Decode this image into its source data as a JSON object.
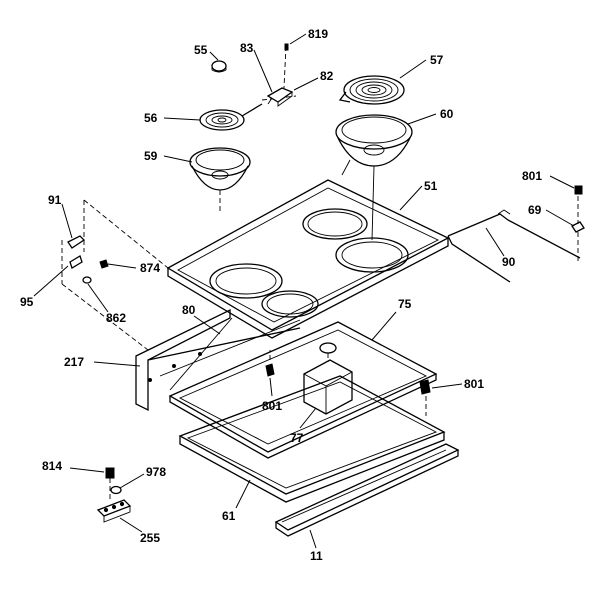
{
  "diagram": {
    "labels": [
      {
        "id": "55",
        "text": "55"
      },
      {
        "id": "83",
        "text": "83"
      },
      {
        "id": "819",
        "text": "819"
      },
      {
        "id": "57",
        "text": "57"
      },
      {
        "id": "82",
        "text": "82"
      },
      {
        "id": "56",
        "text": "56"
      },
      {
        "id": "60",
        "text": "60"
      },
      {
        "id": "59",
        "text": "59"
      },
      {
        "id": "801a",
        "text": "801"
      },
      {
        "id": "51",
        "text": "51"
      },
      {
        "id": "91",
        "text": "91"
      },
      {
        "id": "69",
        "text": "69"
      },
      {
        "id": "90",
        "text": "90"
      },
      {
        "id": "874",
        "text": "874"
      },
      {
        "id": "95",
        "text": "95"
      },
      {
        "id": "862",
        "text": "862"
      },
      {
        "id": "80",
        "text": "80"
      },
      {
        "id": "75",
        "text": "75"
      },
      {
        "id": "217",
        "text": "217"
      },
      {
        "id": "801b",
        "text": "801"
      },
      {
        "id": "801c",
        "text": "801"
      },
      {
        "id": "77",
        "text": "77"
      },
      {
        "id": "814",
        "text": "814"
      },
      {
        "id": "978",
        "text": "978"
      },
      {
        "id": "61",
        "text": "61"
      },
      {
        "id": "255",
        "text": "255"
      },
      {
        "id": "11",
        "text": "11"
      }
    ]
  }
}
